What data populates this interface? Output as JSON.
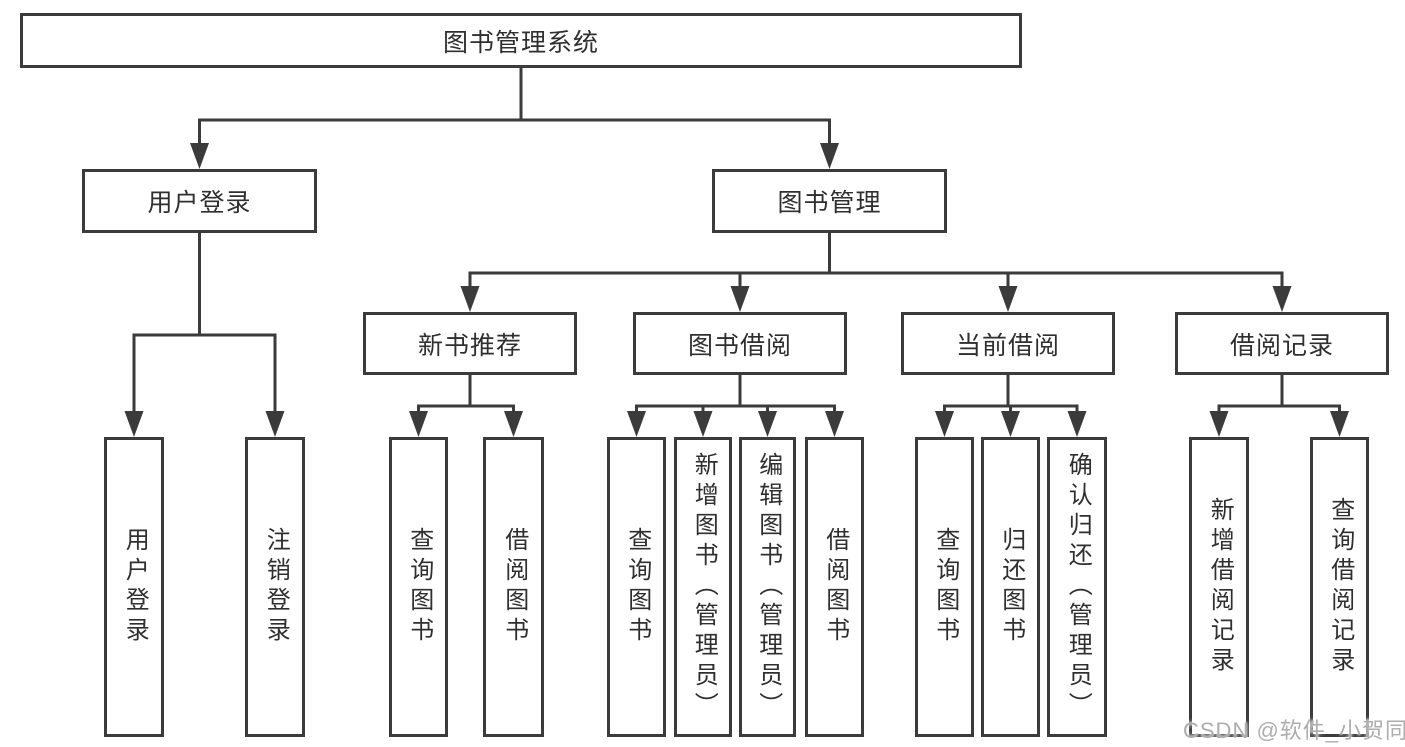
{
  "diagram": {
    "root": {
      "label": "图书管理系统"
    },
    "level2": [
      {
        "label": "用户登录"
      },
      {
        "label": "图书管理"
      }
    ],
    "level3": [
      {
        "label": "新书推荐"
      },
      {
        "label": "图书借阅"
      },
      {
        "label": "当前借阅"
      },
      {
        "label": "借阅记录"
      }
    ],
    "leaves": [
      {
        "label": "用户登录"
      },
      {
        "label": "注销登录"
      },
      {
        "label": "查询图书"
      },
      {
        "label": "借阅图书"
      },
      {
        "label": "查询图书"
      },
      {
        "label": "新增图书（管理员）"
      },
      {
        "label": "编辑图书（管理员）"
      },
      {
        "label": "借阅图书"
      },
      {
        "label": "查询图书"
      },
      {
        "label": "归还图书"
      },
      {
        "label": "确认归还（管理员）"
      },
      {
        "label": "新增借阅记录"
      },
      {
        "label": "查询借阅记录"
      }
    ]
  },
  "watermark": {
    "text": "CSDN @软件_小贺同学"
  },
  "colors": {
    "line": "#3b3b3b",
    "text": "#2f2f2f",
    "watermark": "#adadad",
    "background": "#ffffff"
  }
}
